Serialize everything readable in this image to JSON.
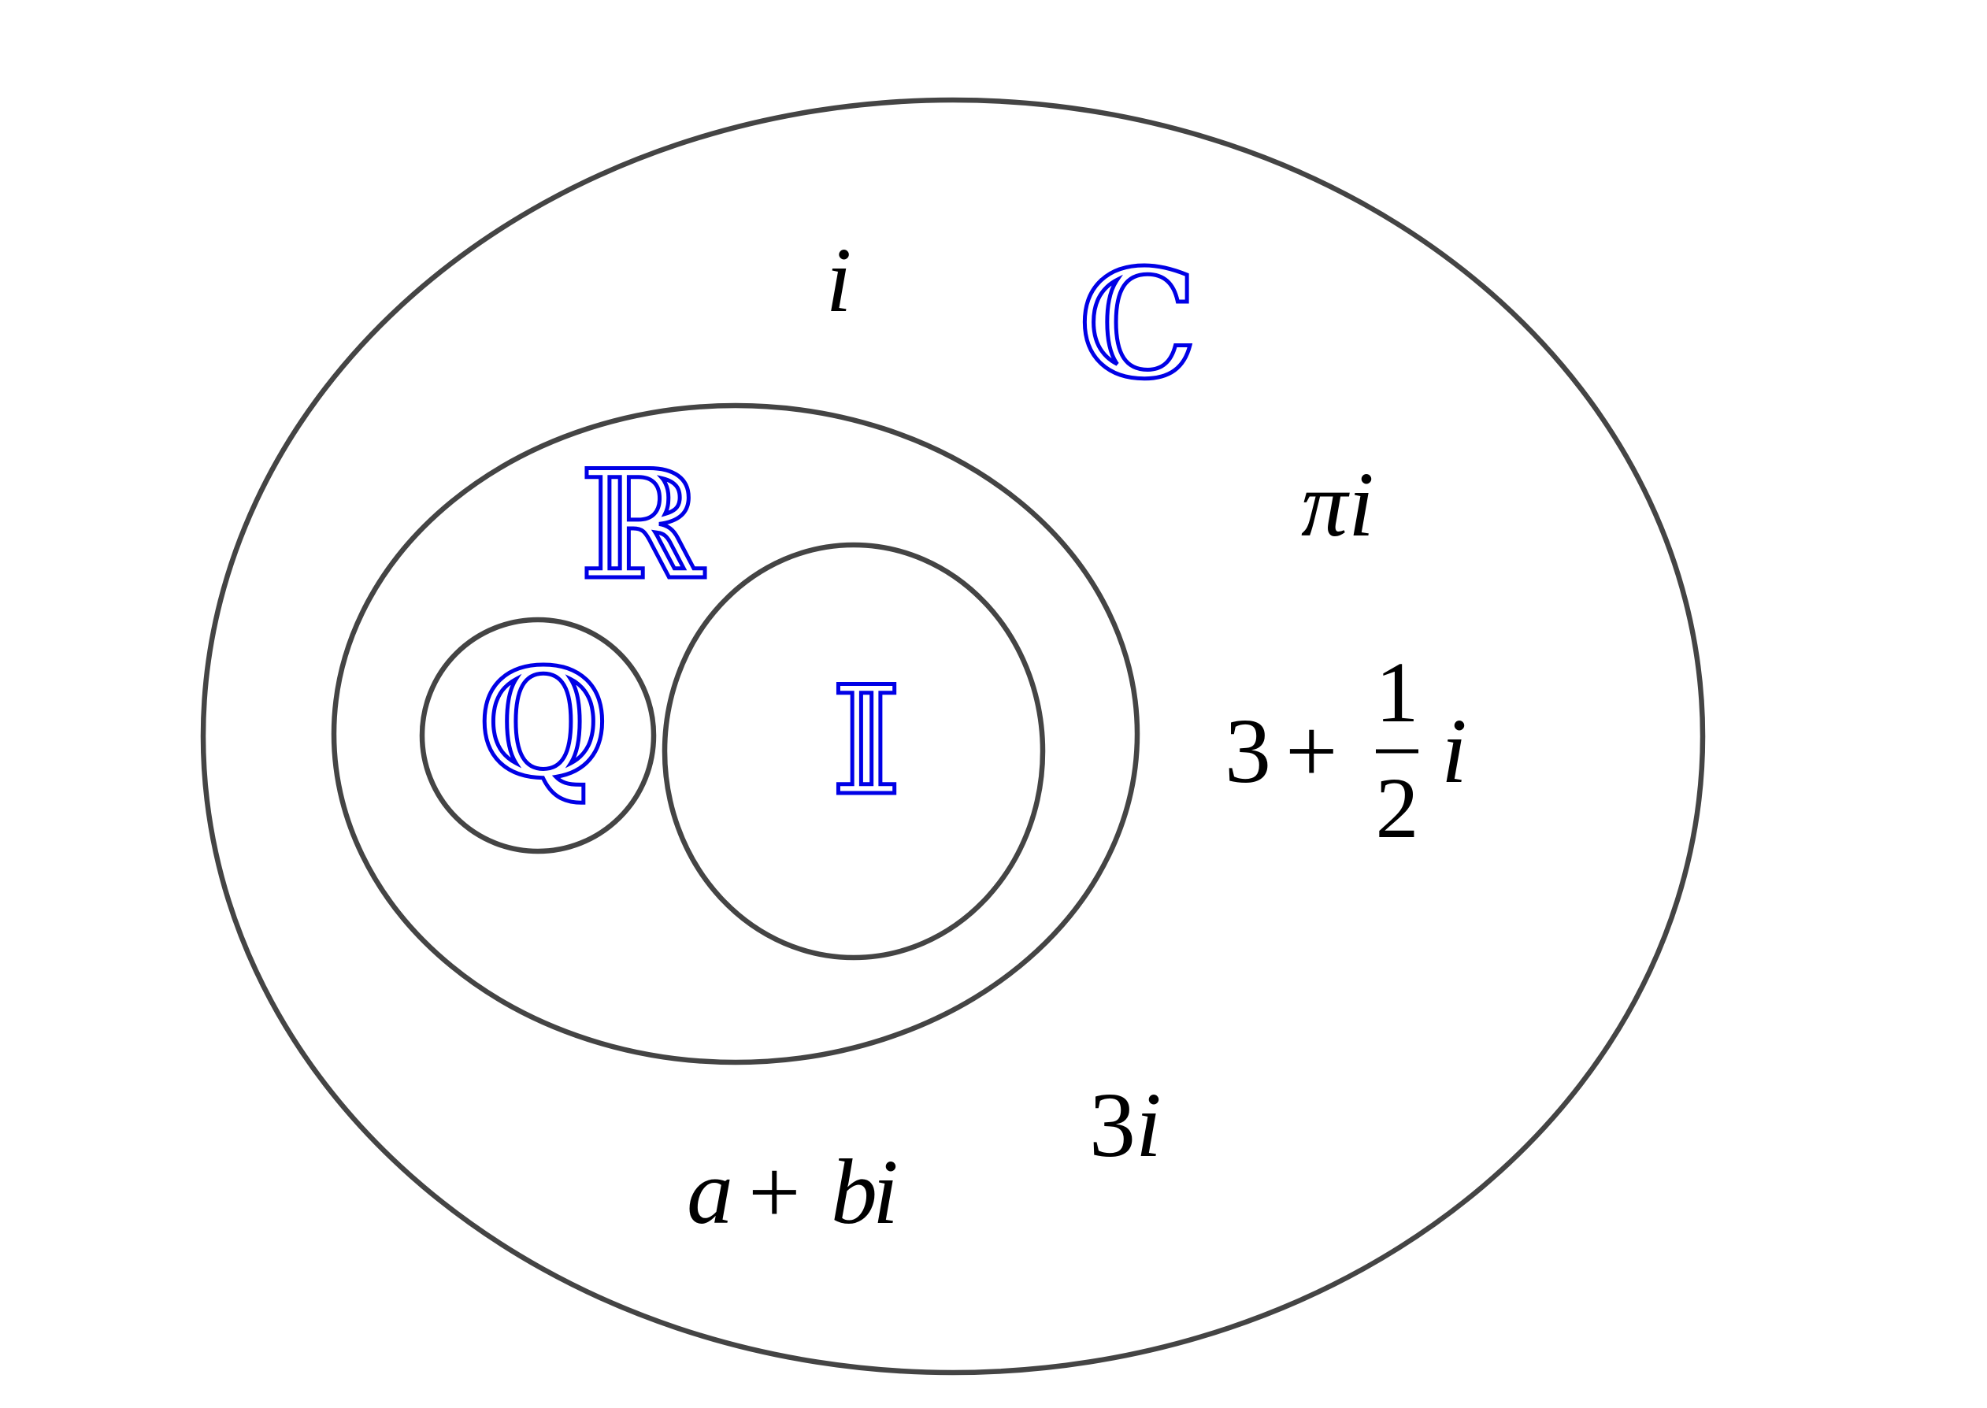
{
  "colors": {
    "set_outline": "#444444",
    "set_symbol": "#0000e6",
    "element_text": "#000000",
    "background": "#ffffff"
  },
  "sets": {
    "complex": {
      "symbol": "ℂ"
    },
    "real": {
      "symbol": "ℝ"
    },
    "rational": {
      "symbol": "ℚ"
    },
    "irrational": {
      "symbol": "𝕀"
    }
  },
  "elements": {
    "i": "i",
    "pi_i": {
      "pi": "π",
      "i": "i"
    },
    "three_plus_half_i": {
      "whole": "3",
      "plus": "+",
      "numerator": "1",
      "denominator": "2",
      "i": "i"
    },
    "three_i": {
      "coef": "3",
      "i": "i"
    },
    "a_plus_bi": {
      "a": "a",
      "plus": "+",
      "b": "b",
      "i": "i"
    }
  }
}
